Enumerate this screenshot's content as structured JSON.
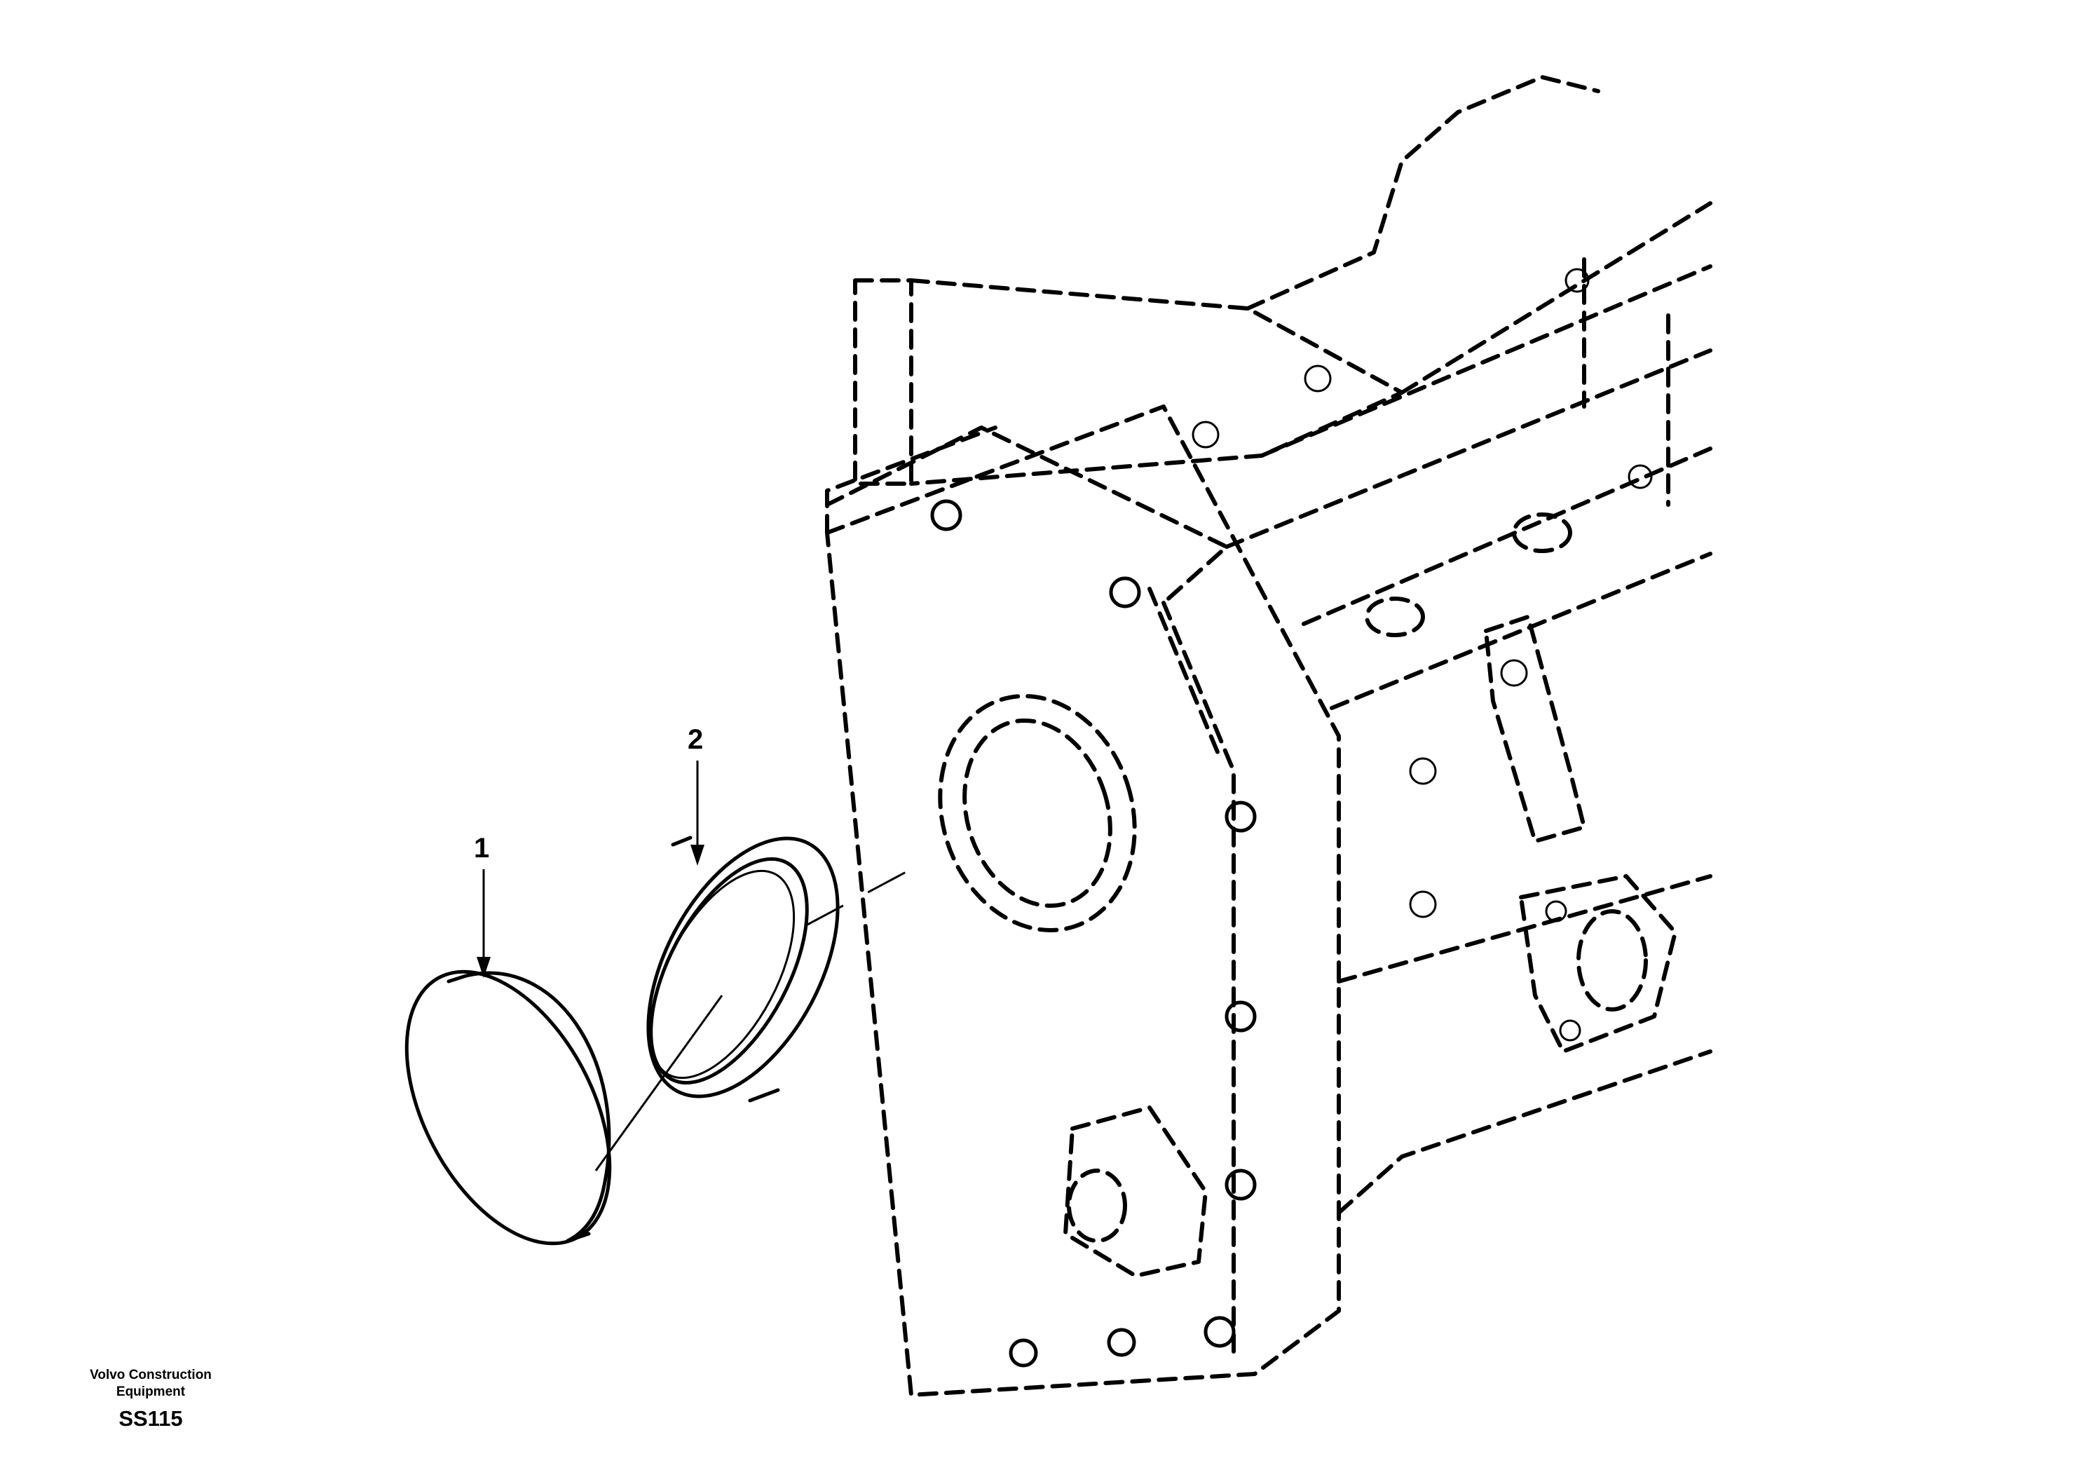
{
  "callouts": [
    {
      "number": "1",
      "part": "cover"
    },
    {
      "number": "2",
      "part": "seal-ring"
    }
  ],
  "brand": {
    "line1": "Volvo Construction",
    "line2": "Equipment",
    "code": "SS115"
  },
  "colors": {
    "ink": "#000000",
    "paper": "#ffffff"
  }
}
